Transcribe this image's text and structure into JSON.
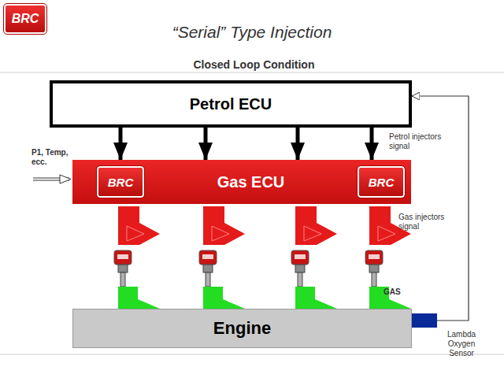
{
  "diagram": {
    "title": "“Serial” Type Injection",
    "nodes": [
      {
        "text": [
          "Petrol ECU"
        ]
      },
      {
        "text": [
          "BRC",
          "Gas ECU",
          "BRC"
        ]
      },
      {
        "text": [
          "Engine"
        ]
      }
    ],
    "edges": [
      {
        "from": 0,
        "to": 1,
        "arrow": "to"
      },
      {
        "from": 0,
        "to": 1,
        "arrow": "to"
      },
      {
        "from": 0,
        "to": 1,
        "arrow": "to"
      },
      {
        "from": 0,
        "to": 1,
        "arrow": "to"
      },
      {
        "from": 2,
        "to": 0,
        "arrow": "to"
      }
    ],
    "labels": [
      "BRC",
      "Closed Loop Condition",
      "P1, Temp, ecc.",
      "Petrol injectors signal",
      "Gas injectors signal",
      "GAS",
      "Lambda Oxygen Sensor"
    ]
  }
}
